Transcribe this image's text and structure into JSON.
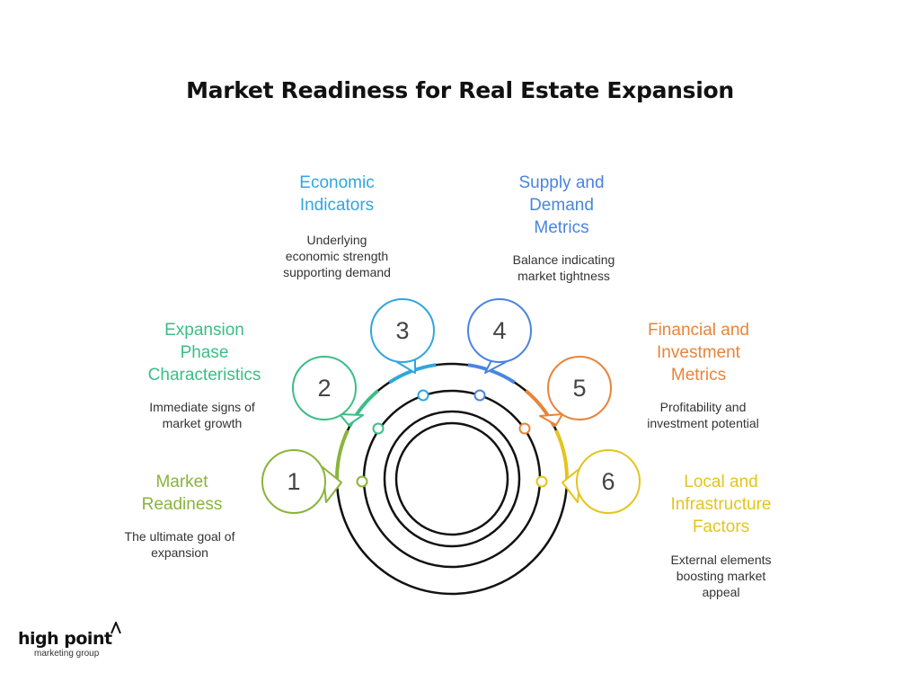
{
  "title": "Market Readiness for Real Estate Expansion",
  "items": [
    {
      "num": "1",
      "heading": "Market\nReadiness",
      "desc": "The ultimate goal of\nexpansion",
      "color": "#8ab43a"
    },
    {
      "num": "2",
      "heading": "Expansion\nPhase\nCharacteristics",
      "desc": "Immediate signs of\nmarket growth",
      "color": "#3dbd86"
    },
    {
      "num": "3",
      "heading": "Economic\nIndicators",
      "desc": "Underlying\neconomic strength\nsupporting demand",
      "color": "#31a6dd"
    },
    {
      "num": "4",
      "heading": "Supply and\nDemand\nMetrics",
      "desc": "Balance indicating\nmarket tightness",
      "color": "#4a84df"
    },
    {
      "num": "5",
      "heading": "Financial and\nInvestment\nMetrics",
      "desc": "Profitability and\ninvestment potential",
      "color": "#e8843a"
    },
    {
      "num": "6",
      "heading": "Local and\nInfrastructure\nFactors",
      "desc": "External elements\nboosting market\nappeal",
      "color": "#e3c51d"
    }
  ],
  "logo": {
    "name": "high point",
    "sub": "marketing group"
  }
}
